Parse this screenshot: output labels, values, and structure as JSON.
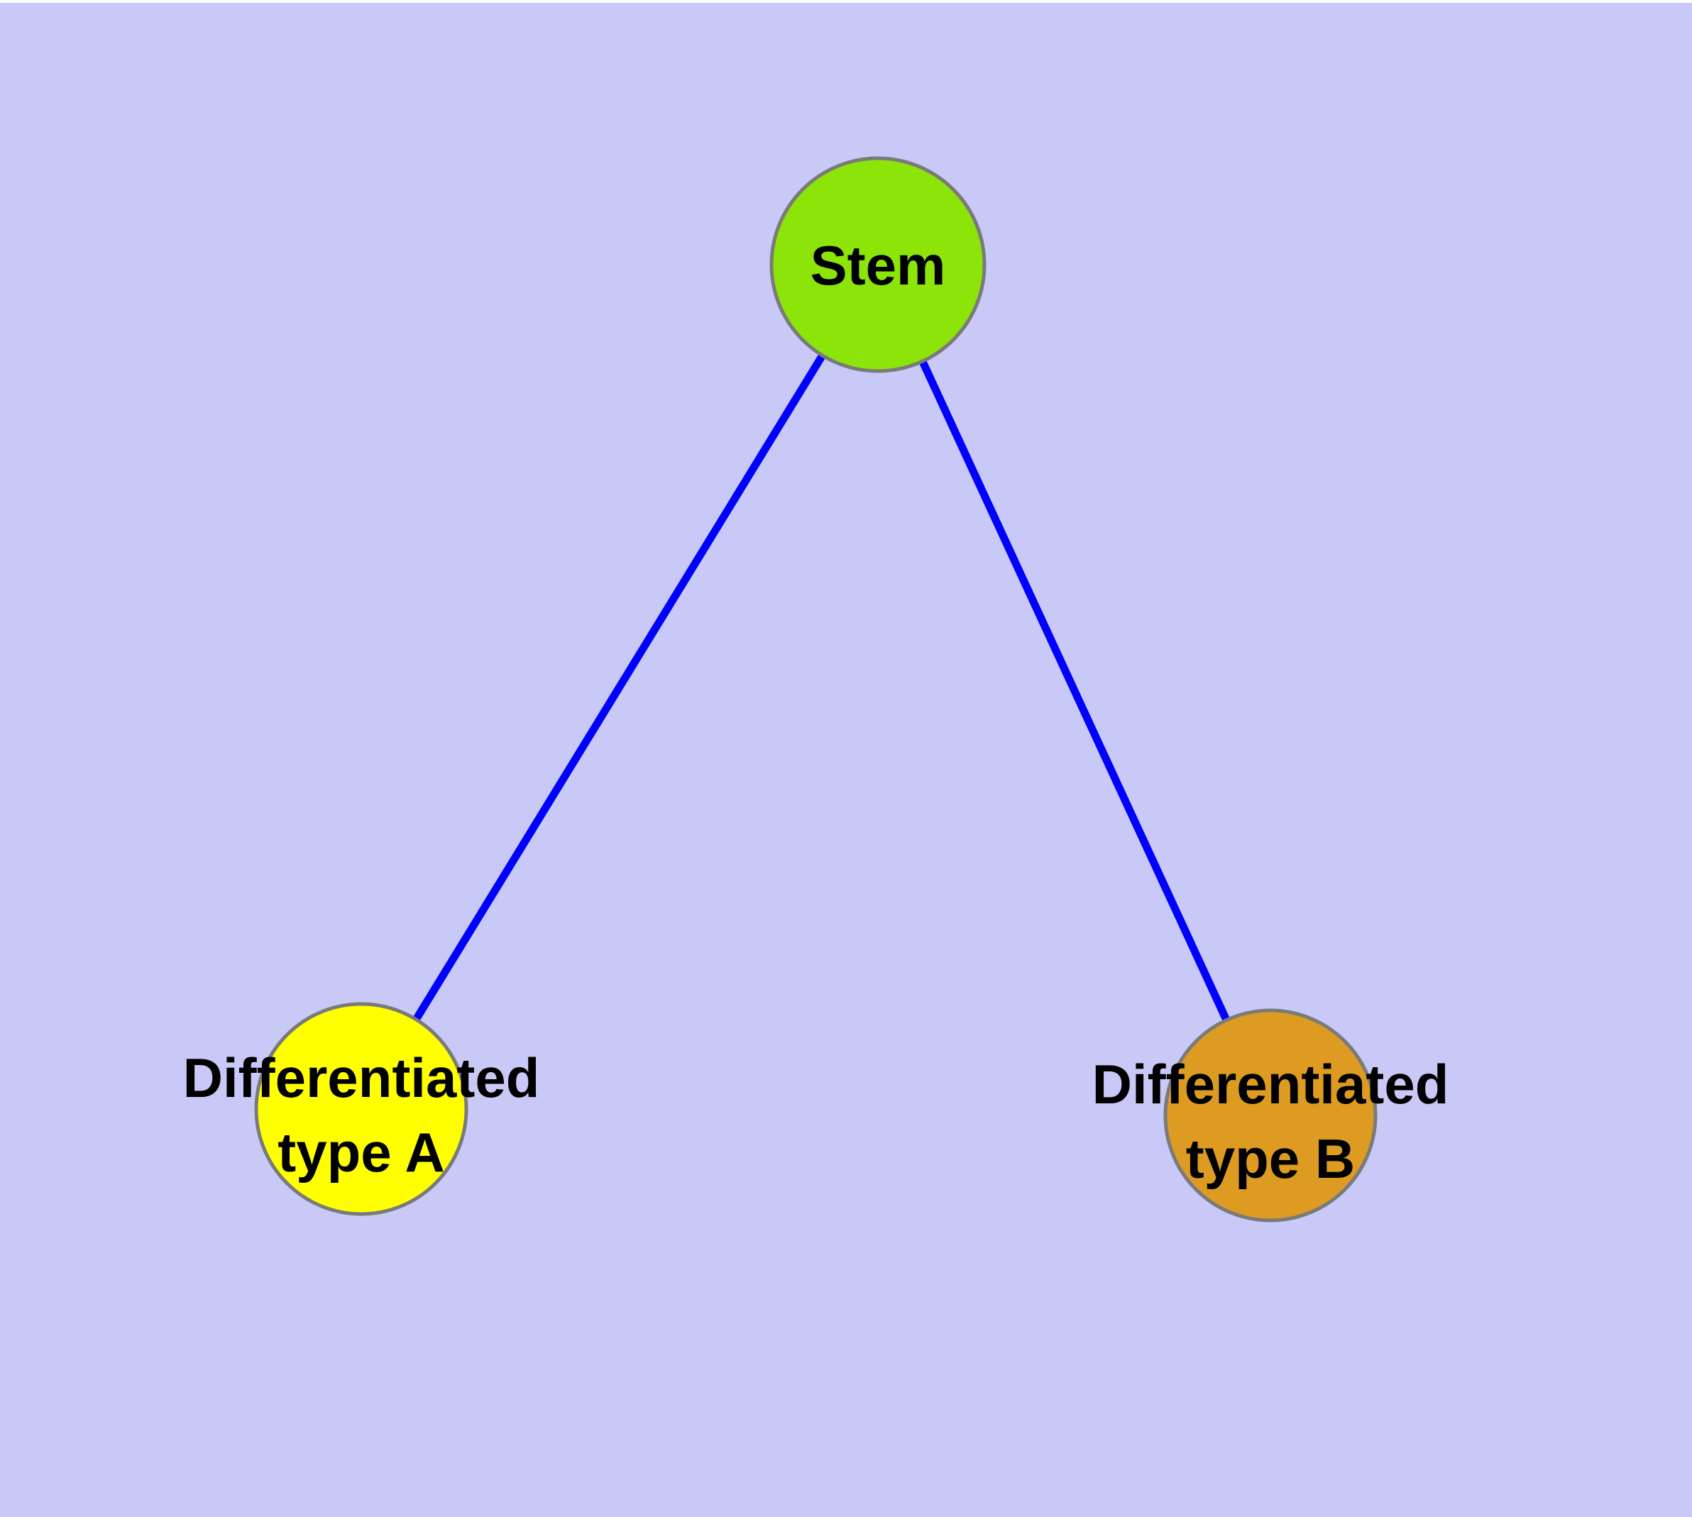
{
  "diagram": {
    "type": "graph",
    "background_color": "#c9c9f7",
    "top_margin_color": "#ffffff",
    "edge_color": "#0000ff",
    "node_border_color": "#7a7a7a",
    "label_color": "#000000",
    "nodes": {
      "stem": {
        "label": "Stem",
        "fill": "#8de408"
      },
      "type_a": {
        "label": "Differentiated type A",
        "label_line1": "Differentiated",
        "label_line2": "type A",
        "fill": "#ffff00"
      },
      "type_b": {
        "label": "Differentiated type B",
        "label_line1": "Differentiated",
        "label_line2": "type B",
        "fill": "#dd9b21"
      }
    },
    "edges": [
      {
        "from": "Stem",
        "to": "Differentiated type A"
      },
      {
        "from": "Stem",
        "to": "Differentiated type B"
      }
    ]
  }
}
